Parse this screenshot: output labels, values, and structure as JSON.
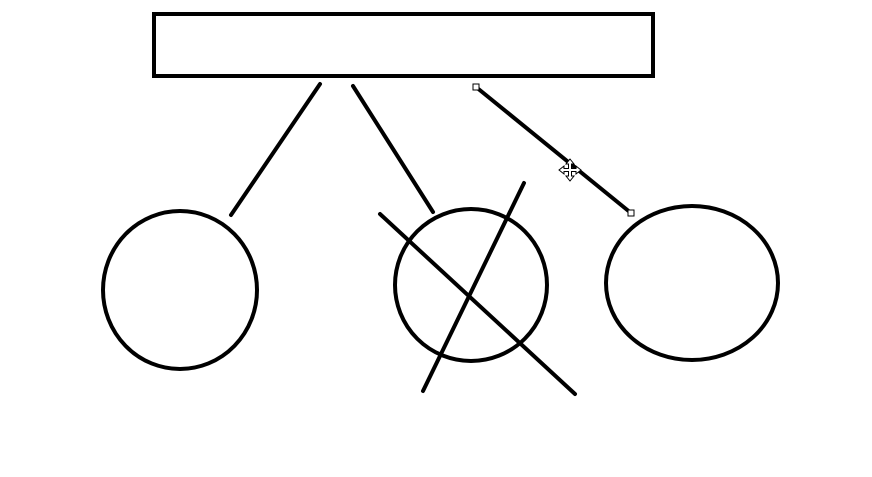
{
  "diagram": {
    "stroke_color": "#000000",
    "background": "#ffffff",
    "shapes": {
      "root_box": {
        "kind": "rectangle",
        "label": ""
      },
      "left_circle": {
        "kind": "circle"
      },
      "middle_circle": {
        "kind": "circle",
        "crossed_out": true
      },
      "right_circle": {
        "kind": "circle"
      }
    },
    "selection": {
      "selected": "connector-right",
      "cursor": "move-cursor-icon"
    }
  }
}
